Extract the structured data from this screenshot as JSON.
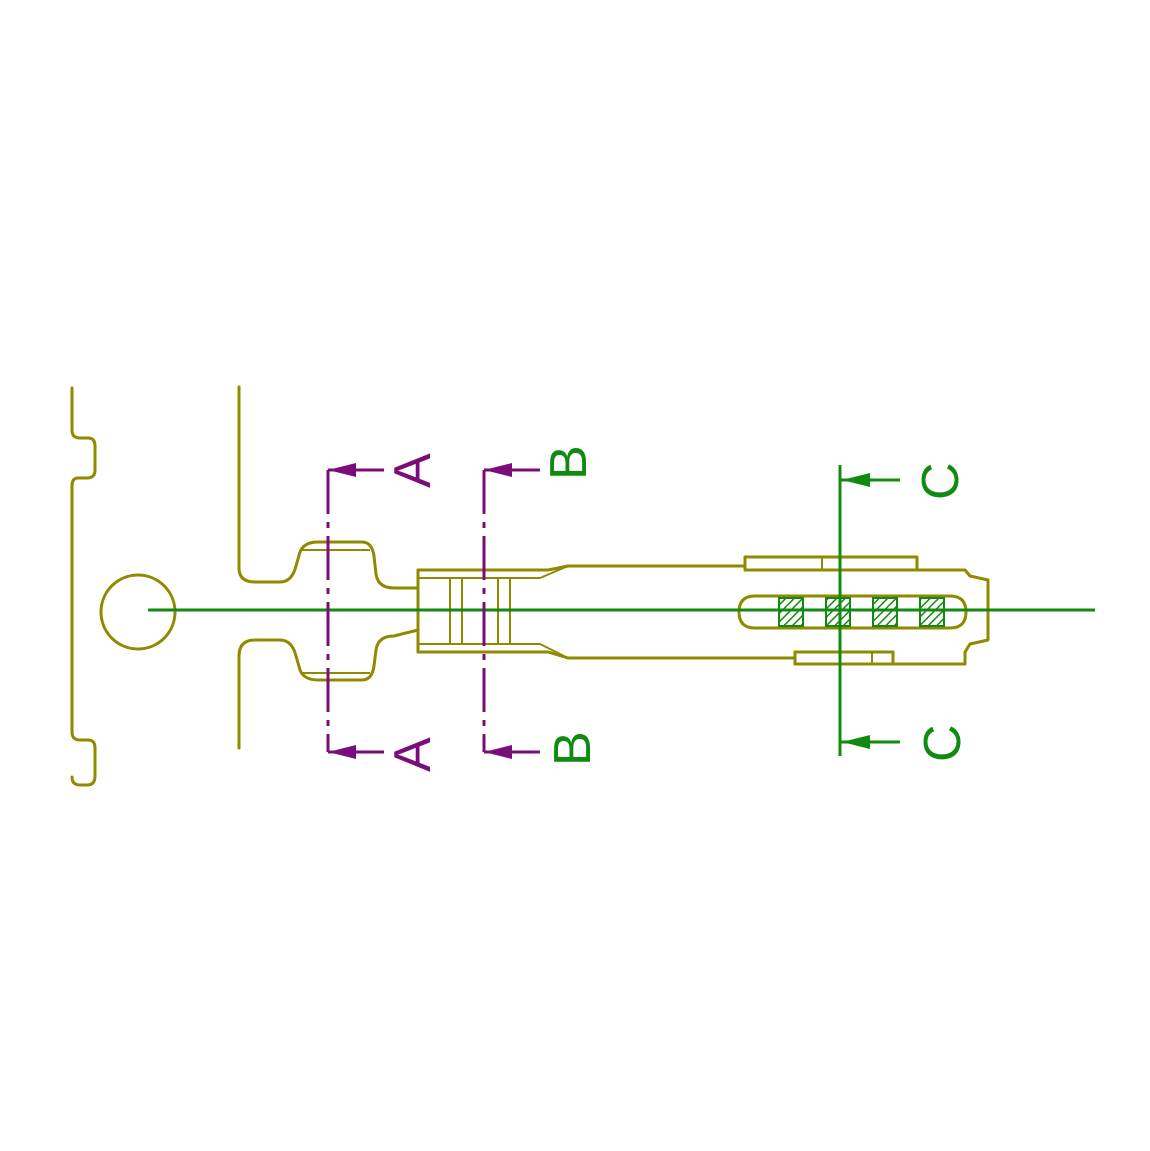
{
  "section_labels": {
    "a_top": "A",
    "a_bottom": "A",
    "b_top": "B",
    "b_bottom": "B",
    "c_top": "C",
    "c_bottom": "C"
  },
  "colors": {
    "part_outline": "#8f8a00",
    "centerline": "#118a11",
    "section_ab": "#7a0d7a",
    "section_c": "#118a11"
  }
}
